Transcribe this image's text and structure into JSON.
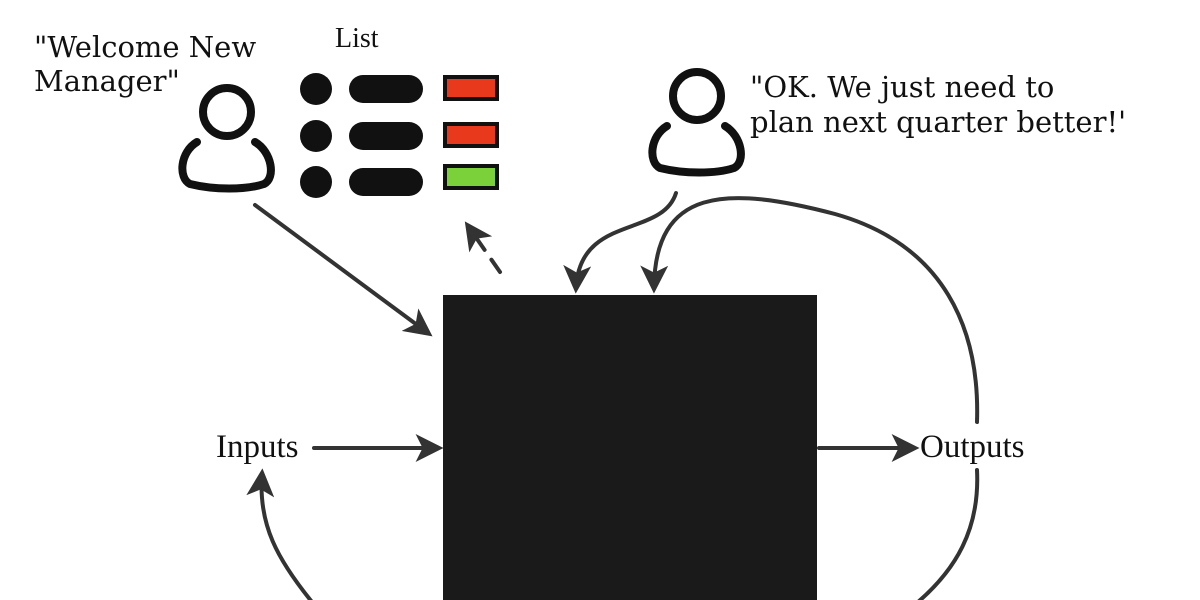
{
  "labels": {
    "manager_quote": "\"Welcome New\nManager\"",
    "list_title": "List",
    "planner_quote": "\"OK. We just need to\nplan next quarter better!'",
    "inputs": "Inputs",
    "outputs": "Outputs"
  },
  "colors": {
    "ink": "#111111",
    "box": "#1a1a1a",
    "arrow": "#333333",
    "status_red": "#e8391c",
    "status_green": "#7bd13a"
  },
  "list_items": [
    {
      "status": "red"
    },
    {
      "status": "red"
    },
    {
      "status": "green"
    }
  ],
  "icons": {
    "manager": "person-icon",
    "planner": "person-icon"
  }
}
